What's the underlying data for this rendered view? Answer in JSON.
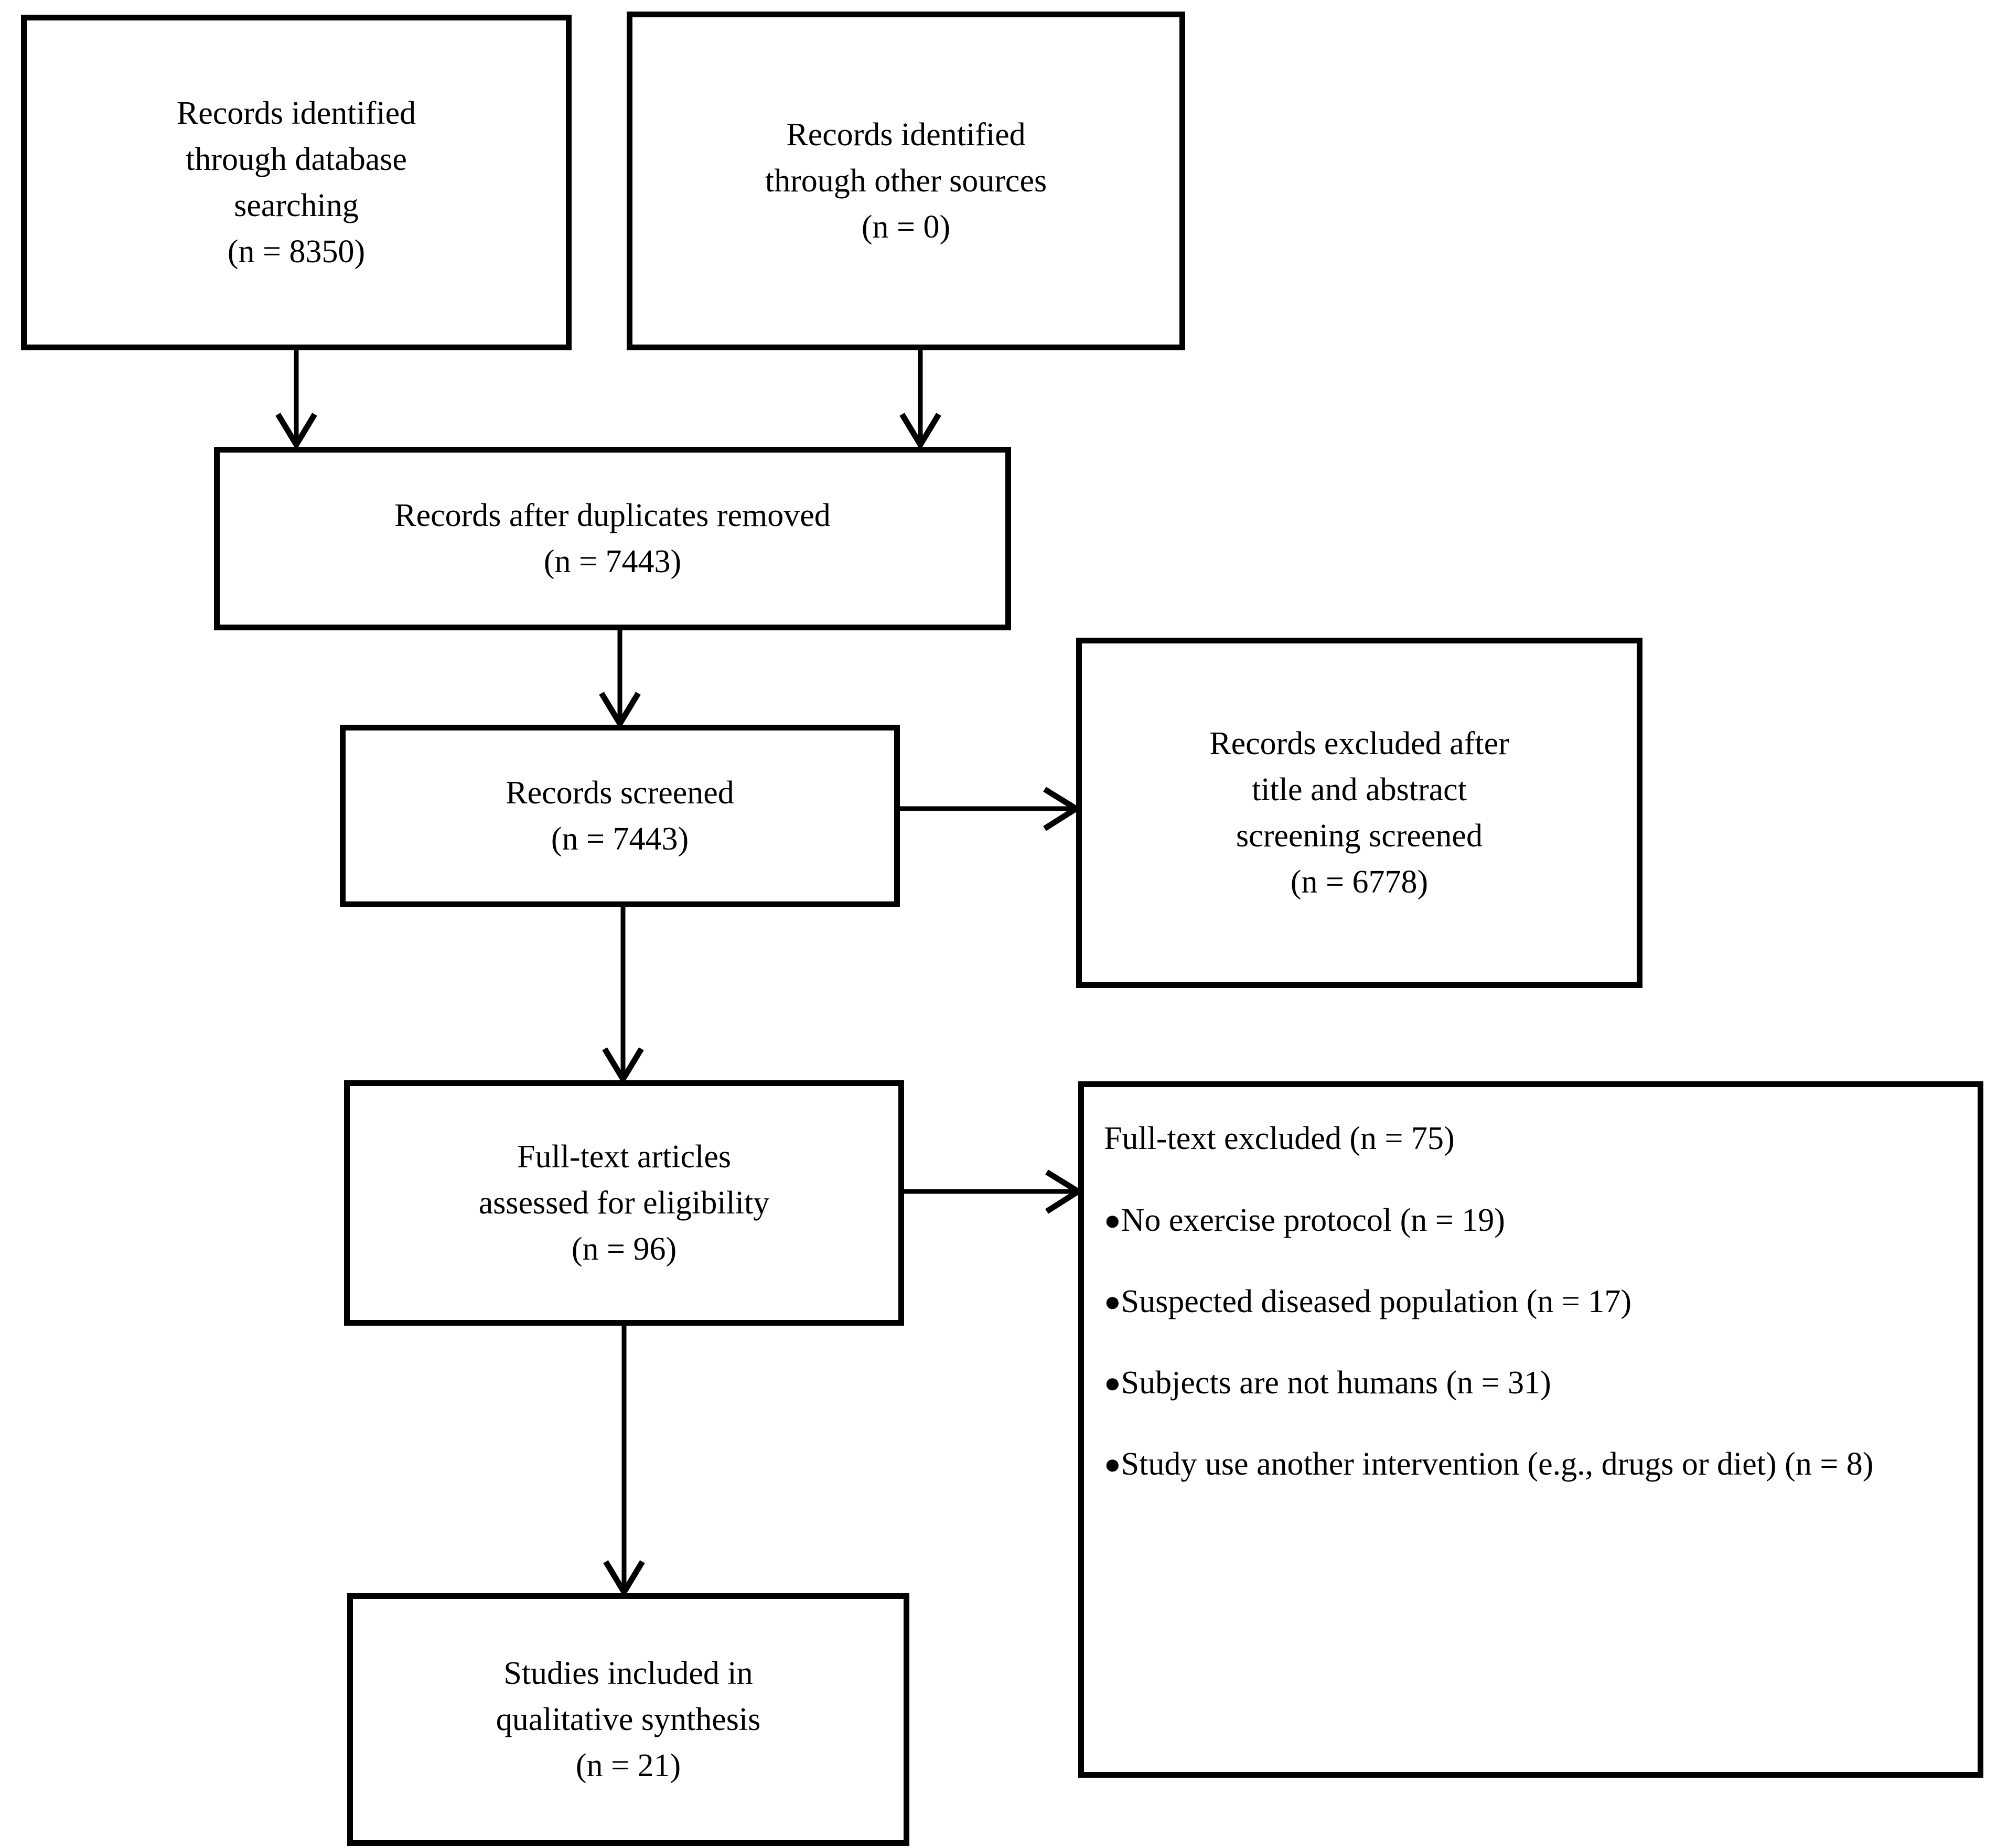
{
  "diagram": {
    "type": "prisma-flow-diagram",
    "background_color": "#ffffff",
    "line_color": "#000000",
    "text_color": "#000000"
  },
  "boxes": {
    "identified_database": {
      "name": "records-identified-database",
      "text": "Records identified\nthrough database\nsearching\n(n = 8350)",
      "count": "8350"
    },
    "identified_other": {
      "name": "records-identified-other-sources",
      "text": "Records identified\nthrough other sources\n(n = 0)",
      "count": "0"
    },
    "duplicates_removed": {
      "name": "records-after-duplicates-removed",
      "text": "Records after duplicates removed\n(n = 7443)",
      "count": "7443"
    },
    "screened": {
      "name": "records-screened",
      "text": "Records screened\n(n = 7443)",
      "count": "7443"
    },
    "excluded_title_abstract": {
      "name": "records-excluded-title-abstract",
      "text": "Records excluded after\ntitle and abstract\nscreening screened\n(n = 6778)",
      "count": "6778"
    },
    "fulltext_assessed": {
      "name": "full-text-articles-assessed",
      "text": "Full-text articles\nassessed for eligibility\n(n = 96)",
      "count": "96"
    },
    "included_qualitative": {
      "name": "studies-included-qualitative-synthesis",
      "text": "Studies included in\nqualitative synthesis\n(n = 21)",
      "count": "21"
    }
  },
  "exclusion_box": {
    "name": "full-text-excluded",
    "heading": "Full-text excluded (n = 75)",
    "total": "75",
    "bullet_glyph": "●",
    "items": [
      {
        "label": "No exercise protocol (n = 19)",
        "count": "19"
      },
      {
        "label": "Suspected diseased population (n = 17)",
        "count": "17"
      },
      {
        "label": "Subjects are not humans (n = 31)",
        "count": "31"
      },
      {
        "label": "Study use another intervention (e.g., drugs or diet) (n = 8)",
        "count": "8"
      }
    ]
  },
  "connectors": [
    {
      "name": "arrow-database-to-duplicates",
      "direction": "down"
    },
    {
      "name": "arrow-other-sources-to-duplicates",
      "direction": "down"
    },
    {
      "name": "arrow-duplicates-to-screened",
      "direction": "down"
    },
    {
      "name": "arrow-screened-to-excluded",
      "direction": "right"
    },
    {
      "name": "arrow-screened-to-fulltext",
      "direction": "down"
    },
    {
      "name": "arrow-fulltext-to-excluded",
      "direction": "right"
    },
    {
      "name": "arrow-fulltext-to-included",
      "direction": "down"
    }
  ]
}
